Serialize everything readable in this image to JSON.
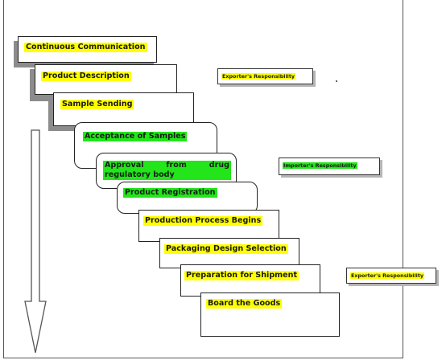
{
  "steps": [
    {
      "label": "Continuous Communication"
    },
    {
      "label": "Product Description"
    },
    {
      "label": "Sample Sending"
    },
    {
      "label": "Acceptance of Samples"
    },
    {
      "label": "Approval from drug regulatory body"
    },
    {
      "label": "Product Registration"
    },
    {
      "label": "Production Process Begins"
    },
    {
      "label": "Packaging Design Selection"
    },
    {
      "label": "Preparation for Shipment"
    },
    {
      "label": "Board the Goods"
    }
  ],
  "notes": {
    "exporter_top": "Exporter's Responsibility",
    "importer": "Importer's Responsibility",
    "exporter_bottom": "Exporter's Responsibility"
  },
  "colors": {
    "exporter_highlight": "#ffff00",
    "importer_highlight": "#22e61a"
  }
}
